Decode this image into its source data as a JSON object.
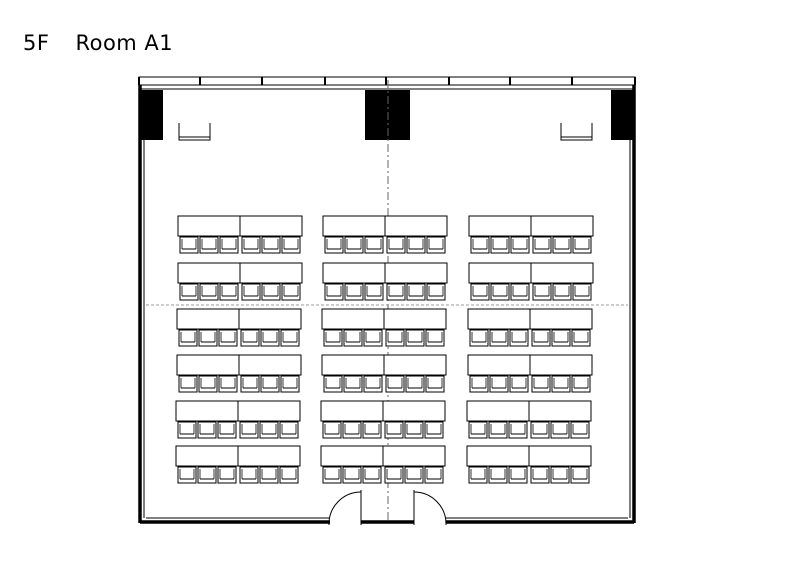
{
  "header": {
    "floor": "5F",
    "room": "Room A1"
  },
  "floor_plan": {
    "table_columns": 3,
    "table_rows": 6,
    "tables_per_block": 2,
    "chairs_per_table": 3,
    "doors": 2,
    "partition_line": "dash-dot",
    "colors": {
      "line": "#000000",
      "fill": "#ffffff",
      "guide": "#888888"
    }
  }
}
